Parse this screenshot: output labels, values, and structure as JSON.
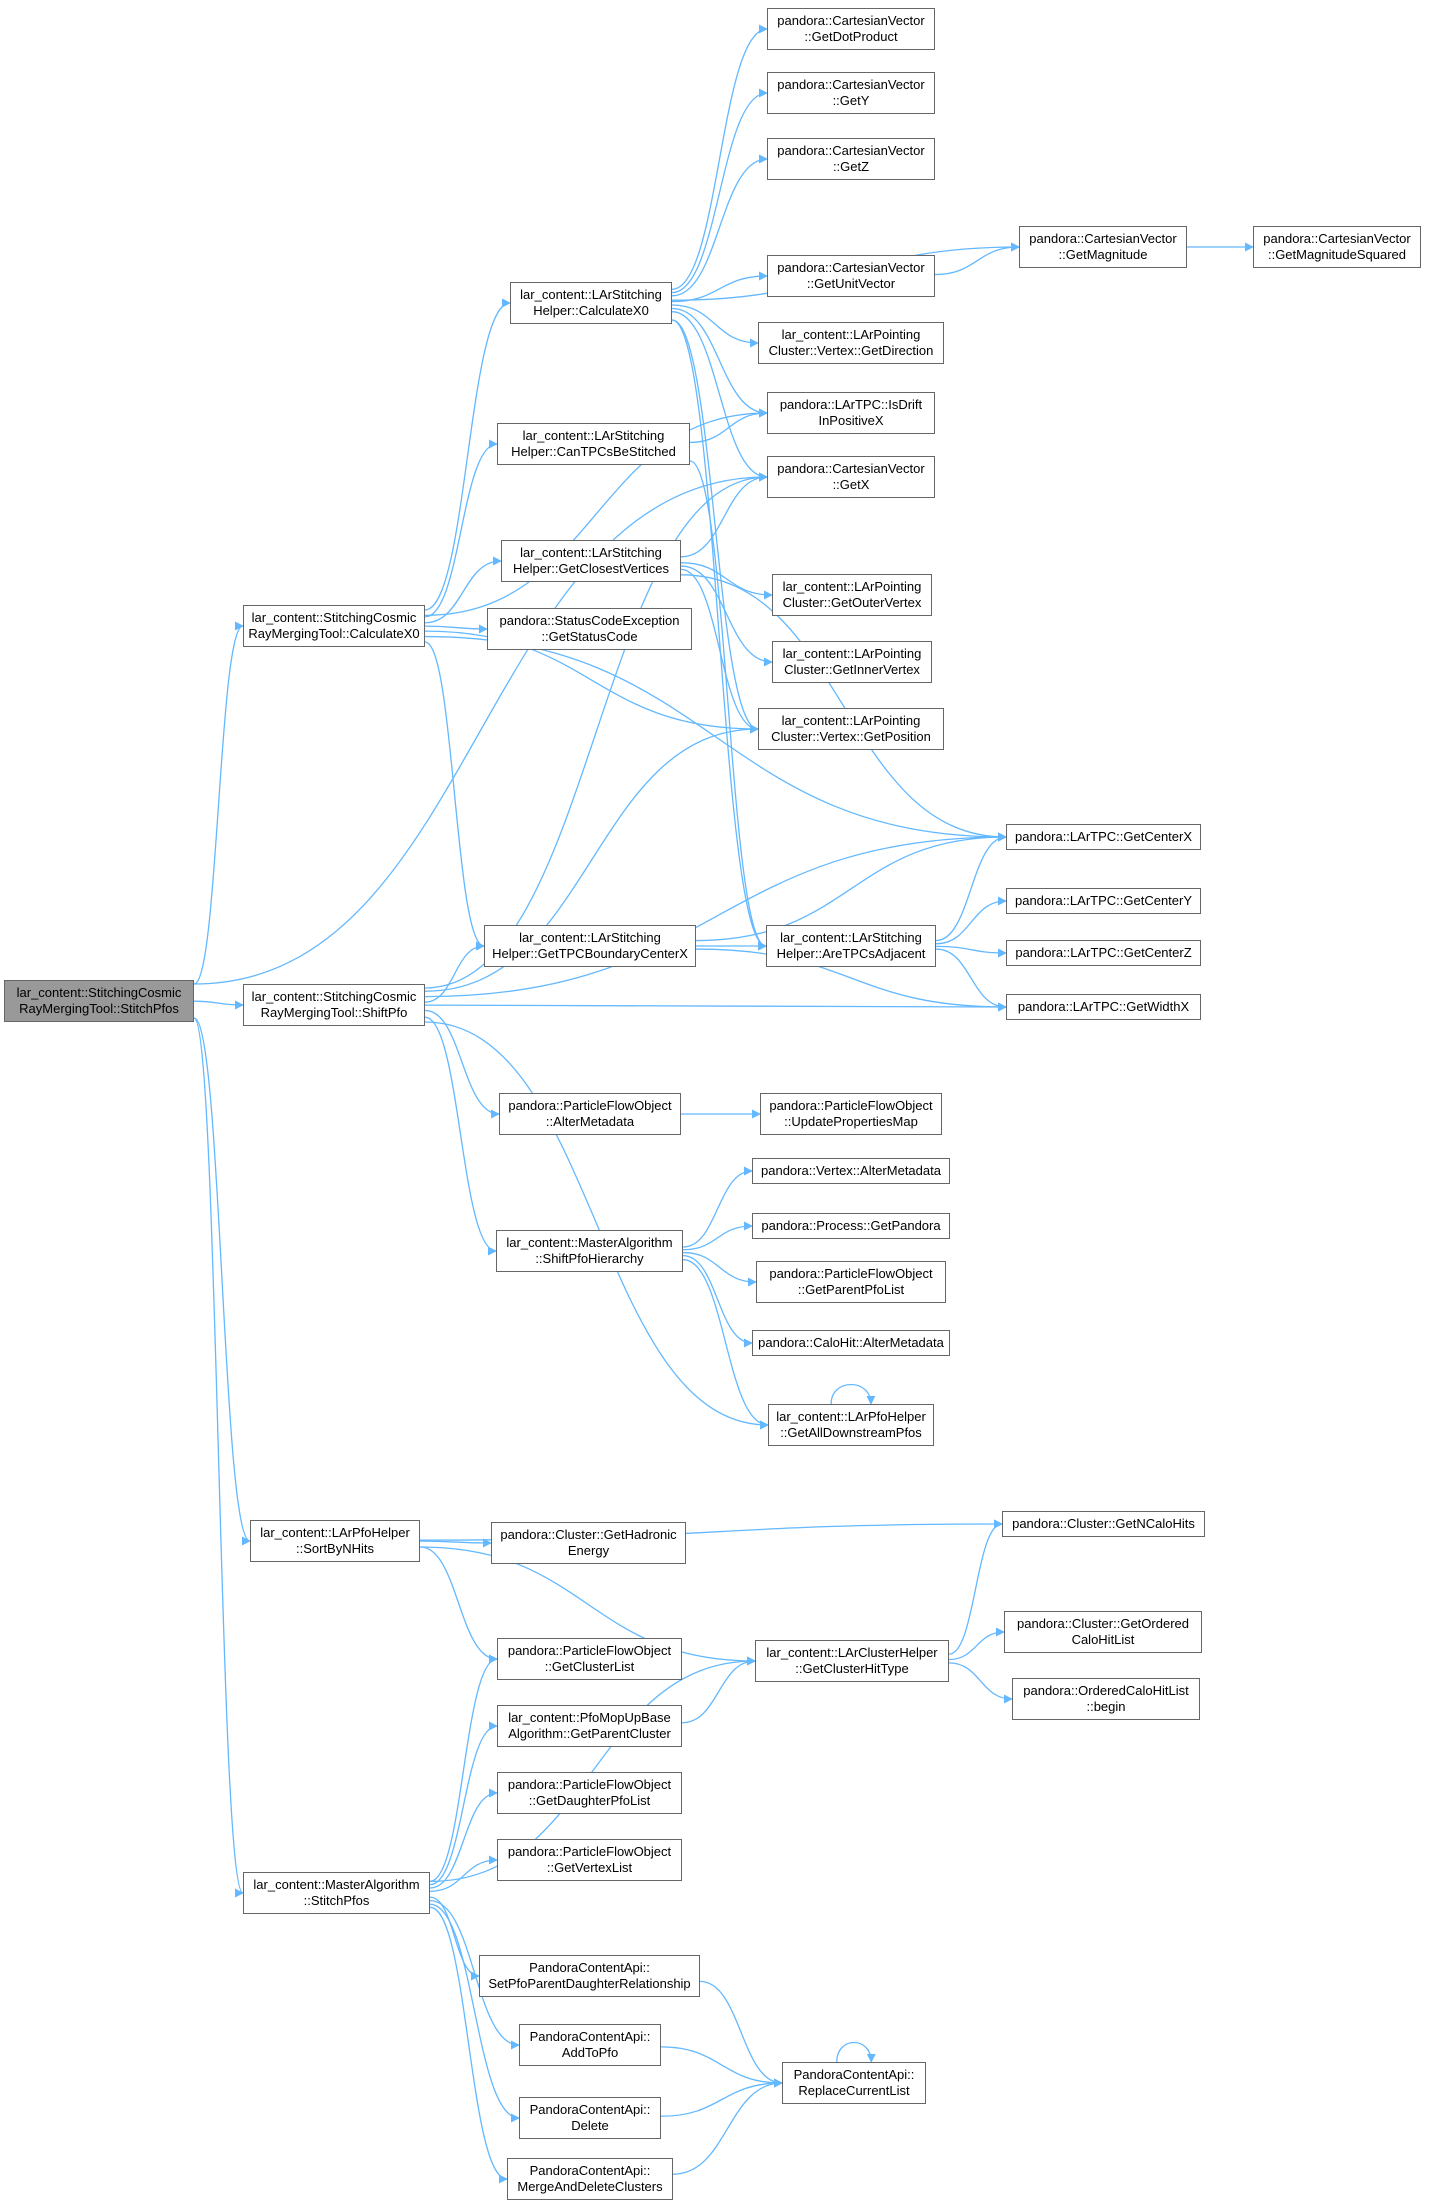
{
  "graph": {
    "nodes": [
      {
        "id": "root",
        "lines": [
          "lar_content::StitchingCosmic",
          "RayMergingTool::StitchPfos"
        ],
        "root": true
      },
      {
        "id": "calcx0",
        "lines": [
          "lar_content::StitchingCosmic",
          "RayMergingTool::CalculateX0"
        ]
      },
      {
        "id": "shiftpfo",
        "lines": [
          "lar_content::StitchingCosmic",
          "RayMergingTool::ShiftPfo"
        ]
      },
      {
        "id": "sortbynhits",
        "lines": [
          "lar_content::LArPfoHelper",
          "::SortByNHits"
        ]
      },
      {
        "id": "stitchpfos_ma",
        "lines": [
          "lar_content::MasterAlgorithm",
          "::StitchPfos"
        ]
      },
      {
        "id": "sh_calcx0",
        "lines": [
          "lar_content::LArStitching",
          "Helper::CalculateX0"
        ]
      },
      {
        "id": "sh_canbestitched",
        "lines": [
          "lar_content::LArStitching",
          "Helper::CanTPCsBeStitched"
        ]
      },
      {
        "id": "sh_closest",
        "lines": [
          "lar_content::LArStitching",
          "Helper::GetClosestVertices"
        ]
      },
      {
        "id": "statuscode",
        "lines": [
          "pandora::StatusCodeException",
          "::GetStatusCode"
        ]
      },
      {
        "id": "sh_boundary",
        "lines": [
          "lar_content::LArStitching",
          "Helper::GetTPCBoundaryCenterX"
        ]
      },
      {
        "id": "sh_adjacent",
        "lines": [
          "lar_content::LArStitching",
          "Helper::AreTPCsAdjacent"
        ]
      },
      {
        "id": "pfo_altermeta",
        "lines": [
          "pandora::ParticleFlowObject",
          "::AlterMetadata"
        ]
      },
      {
        "id": "pfo_updateprops",
        "lines": [
          "pandora::ParticleFlowObject",
          "::UpdatePropertiesMap"
        ]
      },
      {
        "id": "ma_shifthier",
        "lines": [
          "lar_content::MasterAlgorithm",
          "::ShiftPfoHierarchy"
        ]
      },
      {
        "id": "vertex_altermeta",
        "lines": [
          "pandora::Vertex::AlterMetadata"
        ]
      },
      {
        "id": "process_getpandora",
        "lines": [
          "pandora::Process::GetPandora"
        ]
      },
      {
        "id": "pfo_getparent",
        "lines": [
          "pandora::ParticleFlowObject",
          "::GetParentPfoList"
        ]
      },
      {
        "id": "calohit_altermeta",
        "lines": [
          "pandora::CaloHit::AlterMetadata"
        ]
      },
      {
        "id": "alldownstream",
        "lines": [
          "lar_content::LArPfoHelper",
          "::GetAllDownstreamPfos"
        ]
      },
      {
        "id": "cv_dot",
        "lines": [
          "pandora::CartesianVector",
          "::GetDotProduct"
        ]
      },
      {
        "id": "cv_gety",
        "lines": [
          "pandora::CartesianVector",
          "::GetY"
        ]
      },
      {
        "id": "cv_getz",
        "lines": [
          "pandora::CartesianVector",
          "::GetZ"
        ]
      },
      {
        "id": "cv_mag",
        "lines": [
          "pandora::CartesianVector",
          "::GetMagnitude"
        ]
      },
      {
        "id": "cv_magsq",
        "lines": [
          "pandora::CartesianVector",
          "::GetMagnitudeSquared"
        ]
      },
      {
        "id": "cv_unit",
        "lines": [
          "pandora::CartesianVector",
          "::GetUnitVector"
        ]
      },
      {
        "id": "pc_direction",
        "lines": [
          "lar_content::LArPointing",
          "Cluster::Vertex::GetDirection"
        ]
      },
      {
        "id": "tpc_drift",
        "lines": [
          "pandora::LArTPC::IsDrift",
          "InPositiveX"
        ]
      },
      {
        "id": "cv_getx",
        "lines": [
          "pandora::CartesianVector",
          "::GetX"
        ]
      },
      {
        "id": "pc_outer",
        "lines": [
          "lar_content::LArPointing",
          "Cluster::GetOuterVertex"
        ]
      },
      {
        "id": "pc_inner",
        "lines": [
          "lar_content::LArPointing",
          "Cluster::GetInnerVertex"
        ]
      },
      {
        "id": "pc_position",
        "lines": [
          "lar_content::LArPointing",
          "Cluster::Vertex::GetPosition"
        ]
      },
      {
        "id": "tpc_centerx",
        "lines": [
          "pandora::LArTPC::GetCenterX"
        ]
      },
      {
        "id": "tpc_centery",
        "lines": [
          "pandora::LArTPC::GetCenterY"
        ]
      },
      {
        "id": "tpc_centerz",
        "lines": [
          "pandora::LArTPC::GetCenterZ"
        ]
      },
      {
        "id": "tpc_widthx",
        "lines": [
          "pandora::LArTPC::GetWidthX"
        ]
      },
      {
        "id": "cl_hadronic",
        "lines": [
          "pandora::Cluster::GetHadronic",
          "Energy"
        ]
      },
      {
        "id": "cl_ncalo",
        "lines": [
          "pandora::Cluster::GetNCaloHits"
        ]
      },
      {
        "id": "pfo_clusterlist",
        "lines": [
          "pandora::ParticleFlowObject",
          "::GetClusterList"
        ]
      },
      {
        "id": "mopup_parent",
        "lines": [
          "lar_content::PfoMopUpBase",
          "Algorithm::GetParentCluster"
        ]
      },
      {
        "id": "pfo_daughter",
        "lines": [
          "pandora::ParticleFlowObject",
          "::GetDaughterPfoList"
        ]
      },
      {
        "id": "pfo_vertexlist",
        "lines": [
          "pandora::ParticleFlowObject",
          "::GetVertexList"
        ]
      },
      {
        "id": "clh_hittype",
        "lines": [
          "lar_content::LArClusterHelper",
          "::GetClusterHitType"
        ]
      },
      {
        "id": "cl_ordered",
        "lines": [
          "pandora::Cluster::GetOrdered",
          "CaloHitList"
        ]
      },
      {
        "id": "ocl_begin",
        "lines": [
          "pandora::OrderedCaloHitList",
          "::begin"
        ]
      },
      {
        "id": "api_setparent",
        "lines": [
          "PandoraContentApi::",
          "SetPfoParentDaughterRelationship"
        ]
      },
      {
        "id": "api_addtopfo",
        "lines": [
          "PandoraContentApi::",
          "AddToPfo"
        ]
      },
      {
        "id": "api_delete",
        "lines": [
          "PandoraContentApi::",
          "Delete"
        ]
      },
      {
        "id": "api_mergedelete",
        "lines": [
          "PandoraContentApi::",
          "MergeAndDeleteClusters"
        ]
      },
      {
        "id": "api_replace",
        "lines": [
          "PandoraContentApi::",
          "ReplaceCurrentList"
        ]
      }
    ],
    "edges": [
      [
        "root",
        "calcx0"
      ],
      [
        "root",
        "shiftpfo"
      ],
      [
        "root",
        "sortbynhits"
      ],
      [
        "root",
        "stitchpfos_ma"
      ],
      [
        "root",
        "cv_getx"
      ],
      [
        "calcx0",
        "sh_calcx0"
      ],
      [
        "calcx0",
        "sh_canbestitched"
      ],
      [
        "calcx0",
        "sh_closest"
      ],
      [
        "calcx0",
        "statuscode"
      ],
      [
        "calcx0",
        "sh_boundary"
      ],
      [
        "calcx0",
        "tpc_drift"
      ],
      [
        "calcx0",
        "pc_position"
      ],
      [
        "calcx0",
        "tpc_centerx"
      ],
      [
        "sh_calcx0",
        "cv_dot"
      ],
      [
        "sh_calcx0",
        "cv_gety"
      ],
      [
        "sh_calcx0",
        "cv_getz"
      ],
      [
        "sh_calcx0",
        "cv_mag"
      ],
      [
        "sh_calcx0",
        "cv_unit"
      ],
      [
        "sh_calcx0",
        "pc_direction"
      ],
      [
        "sh_calcx0",
        "tpc_drift"
      ],
      [
        "sh_calcx0",
        "cv_getx"
      ],
      [
        "sh_calcx0",
        "pc_position"
      ],
      [
        "sh_calcx0",
        "sh_adjacent"
      ],
      [
        "cv_unit",
        "cv_mag"
      ],
      [
        "cv_mag",
        "cv_magsq"
      ],
      [
        "sh_canbestitched",
        "tpc_drift"
      ],
      [
        "sh_canbestitched",
        "sh_adjacent"
      ],
      [
        "sh_closest",
        "cv_getx"
      ],
      [
        "sh_closest",
        "pc_outer"
      ],
      [
        "sh_closest",
        "pc_inner"
      ],
      [
        "sh_closest",
        "pc_position"
      ],
      [
        "sh_closest",
        "tpc_centerx"
      ],
      [
        "sh_boundary",
        "sh_adjacent"
      ],
      [
        "sh_boundary",
        "tpc_centerx"
      ],
      [
        "sh_boundary",
        "tpc_widthx"
      ],
      [
        "sh_adjacent",
        "tpc_centerx"
      ],
      [
        "sh_adjacent",
        "tpc_centery"
      ],
      [
        "sh_adjacent",
        "tpc_centerz"
      ],
      [
        "sh_adjacent",
        "tpc_widthx"
      ],
      [
        "shiftpfo",
        "sh_boundary"
      ],
      [
        "shiftpfo",
        "tpc_centerx"
      ],
      [
        "shiftpfo",
        "tpc_widthx"
      ],
      [
        "shiftpfo",
        "pfo_altermeta"
      ],
      [
        "shiftpfo",
        "ma_shifthier"
      ],
      [
        "shiftpfo",
        "alldownstream"
      ],
      [
        "shiftpfo",
        "cv_getx"
      ],
      [
        "shiftpfo",
        "pc_position"
      ],
      [
        "pfo_altermeta",
        "pfo_updateprops"
      ],
      [
        "ma_shifthier",
        "vertex_altermeta"
      ],
      [
        "ma_shifthier",
        "process_getpandora"
      ],
      [
        "ma_shifthier",
        "pfo_getparent"
      ],
      [
        "ma_shifthier",
        "calohit_altermeta"
      ],
      [
        "ma_shifthier",
        "alldownstream"
      ],
      [
        "alldownstream",
        "alldownstream"
      ],
      [
        "sortbynhits",
        "cl_hadronic"
      ],
      [
        "sortbynhits",
        "cl_ncalo"
      ],
      [
        "sortbynhits",
        "clh_hittype"
      ],
      [
        "sortbynhits",
        "pfo_clusterlist"
      ],
      [
        "clh_hittype",
        "cl_ncalo"
      ],
      [
        "clh_hittype",
        "cl_ordered"
      ],
      [
        "clh_hittype",
        "ocl_begin"
      ],
      [
        "mopup_parent",
        "clh_hittype"
      ],
      [
        "stitchpfos_ma",
        "pfo_clusterlist"
      ],
      [
        "stitchpfos_ma",
        "mopup_parent"
      ],
      [
        "stitchpfos_ma",
        "pfo_daughter"
      ],
      [
        "stitchpfos_ma",
        "pfo_vertexlist"
      ],
      [
        "stitchpfos_ma",
        "clh_hittype"
      ],
      [
        "stitchpfos_ma",
        "api_setparent"
      ],
      [
        "stitchpfos_ma",
        "api_addtopfo"
      ],
      [
        "stitchpfos_ma",
        "api_delete"
      ],
      [
        "stitchpfos_ma",
        "api_mergedelete"
      ],
      [
        "api_setparent",
        "api_replace"
      ],
      [
        "api_addtopfo",
        "api_replace"
      ],
      [
        "api_delete",
        "api_replace"
      ],
      [
        "api_mergedelete",
        "api_replace"
      ],
      [
        "api_replace",
        "api_replace"
      ]
    ],
    "colors": {
      "edge": "#63b8ff",
      "border": "#666666",
      "root_fill": "#999999",
      "node_fill": "#ffffff"
    }
  }
}
